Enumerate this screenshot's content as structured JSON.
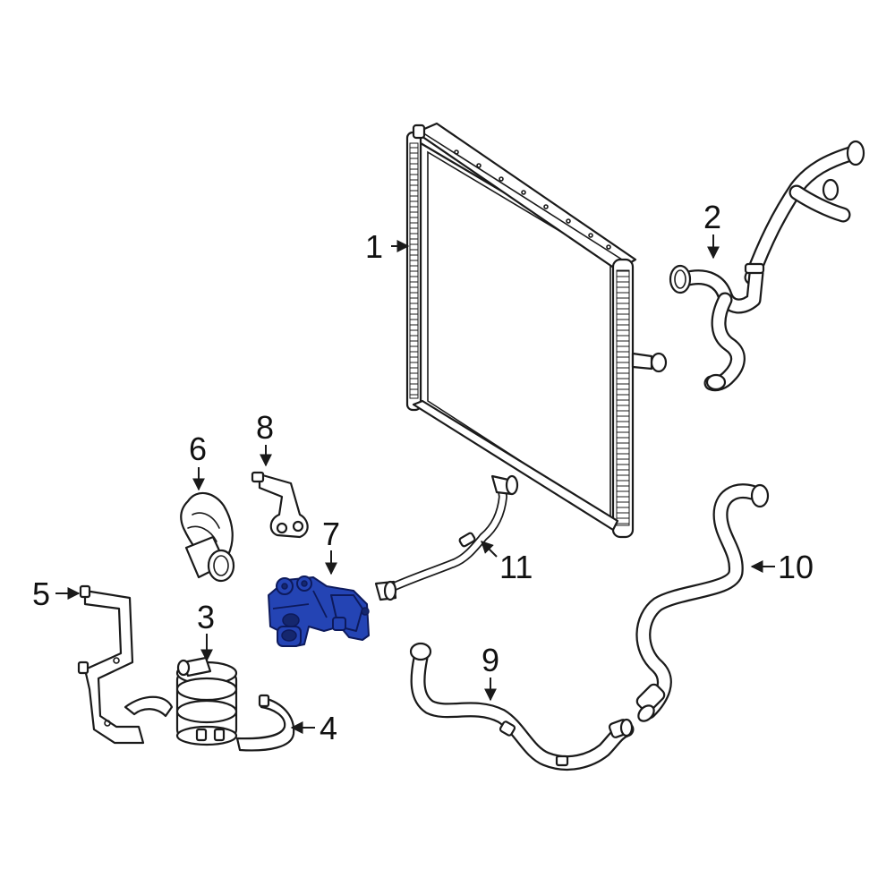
{
  "diagram": {
    "highlight_color": "#2444b4",
    "callouts": [
      {
        "id": "1",
        "label": "1"
      },
      {
        "id": "2",
        "label": "2"
      },
      {
        "id": "3",
        "label": "3"
      },
      {
        "id": "4",
        "label": "4"
      },
      {
        "id": "5",
        "label": "5"
      },
      {
        "id": "6",
        "label": "6"
      },
      {
        "id": "7",
        "label": "7"
      },
      {
        "id": "8",
        "label": "8"
      },
      {
        "id": "9",
        "label": "9"
      },
      {
        "id": "10",
        "label": "10"
      },
      {
        "id": "11",
        "label": "11"
      }
    ],
    "highlighted_part": "7"
  }
}
